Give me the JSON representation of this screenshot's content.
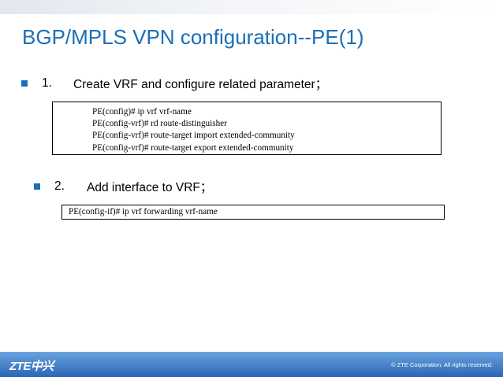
{
  "slide": {
    "title": "BGP/MPLS VPN configuration--PE(1)"
  },
  "steps": [
    {
      "number": "1.",
      "text": "Create VRF and configure related parameter；",
      "code": [
        "PE(config)# ip vrf vrf-name",
        "PE(config-vrf)# rd route-distinguisher",
        "PE(config-vrf)# route-target import extended-community",
        "PE(config-vrf)# route-target export extended-community"
      ]
    },
    {
      "number": "2.",
      "text": "Add interface to VRF；",
      "code": [
        "PE(config-if)# ip vrf forwarding vrf-name"
      ]
    }
  ],
  "footer": {
    "logo_text": "ZTE中兴",
    "copyright": "© ZTE Corporation. All rights reserved."
  },
  "colors": {
    "title": "#1a6fb7",
    "bullet": "#1a6fb7",
    "footer_band": "#2a66b5"
  }
}
